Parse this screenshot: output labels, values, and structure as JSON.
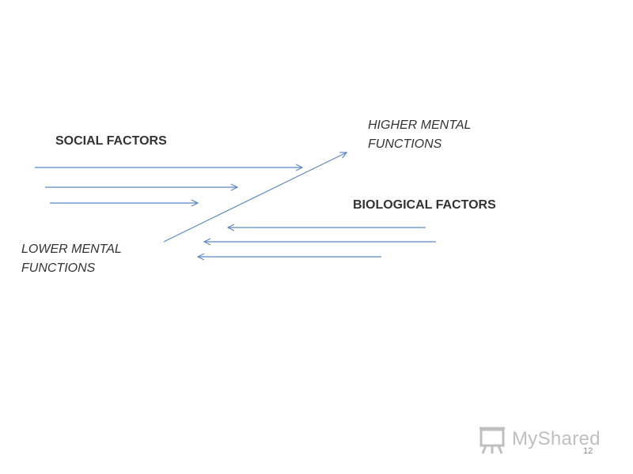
{
  "labels": {
    "social_factors": "SOCIAL FACTORS",
    "biological_factors": "BIOLOGICAL FACTORS",
    "higher_mental_line1": "HIGHER MENTAL",
    "higher_mental_line2": "FUNCTIONS",
    "lower_mental_line1": "LOWER MENTAL",
    "lower_mental_line2": "FUNCTIONS"
  },
  "watermark": {
    "text": "MyShared"
  },
  "page_number": "12",
  "colors": {
    "arrow": "#5b86c4",
    "text": "#333333",
    "watermark": "#bfbfbf"
  }
}
